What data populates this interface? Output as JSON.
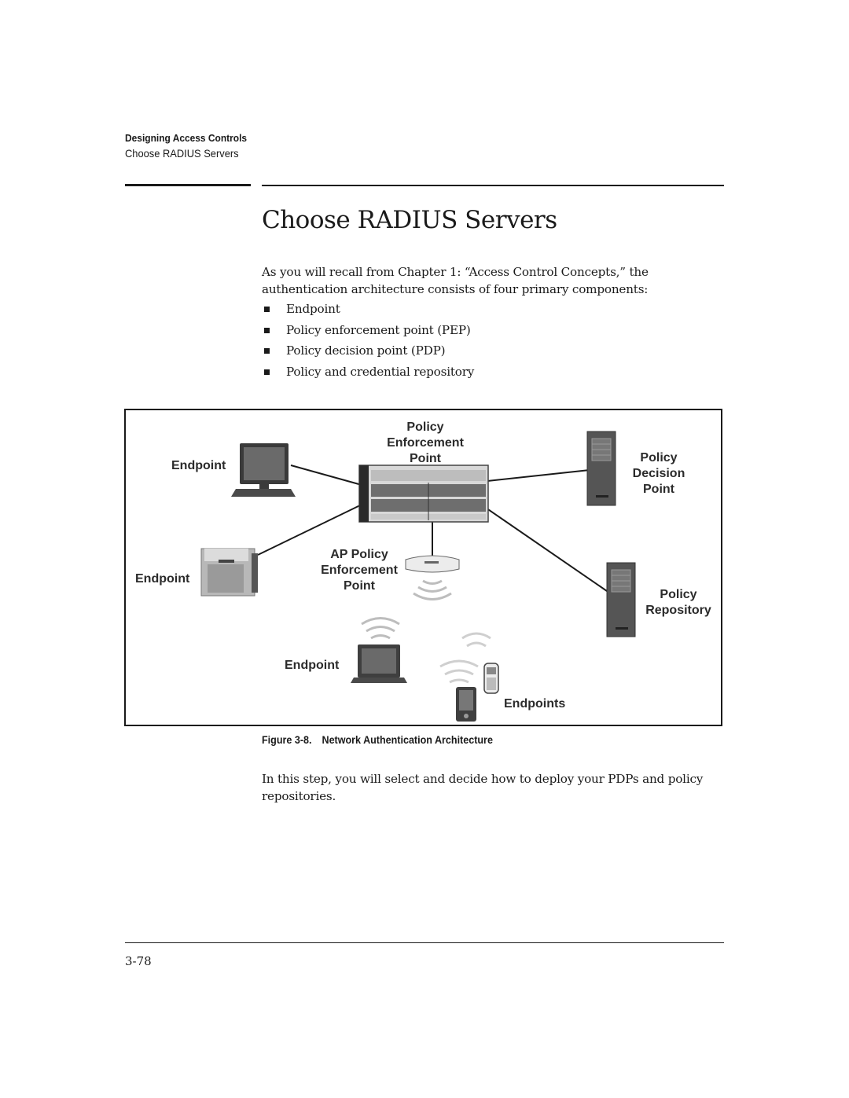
{
  "header": {
    "section": "Designing Access Controls",
    "subsection": "Choose RADIUS Servers"
  },
  "title": "Choose RADIUS Servers",
  "intro": "As you will recall from Chapter 1: “Access Control Concepts,” the authentication architecture consists of four primary components:",
  "bullets": [
    "Endpoint",
    "Policy enforcement point (PEP)",
    "Policy decision point (PDP)",
    "Policy and credential repository"
  ],
  "figure": {
    "labels": {
      "pep": [
        "Policy",
        "Enforcement",
        "Point"
      ],
      "endpoint_pc": "Endpoint",
      "endpoint_printer": "Endpoint",
      "endpoint_laptop": "Endpoint",
      "endpoints_mobile": "Endpoints",
      "ap_pep": [
        "AP Policy",
        "Enforcement",
        "Point"
      ],
      "pdp": [
        "Policy",
        "Decision",
        "Point"
      ],
      "repository": [
        "Policy",
        "Repository"
      ]
    },
    "caption_number": "Figure 3-8.",
    "caption_title": "Network Authentication Architecture"
  },
  "closing": "In this step, you will select and decide how to deploy your PDPs and policy repositories.",
  "footer": {
    "page_number": "3-78"
  }
}
